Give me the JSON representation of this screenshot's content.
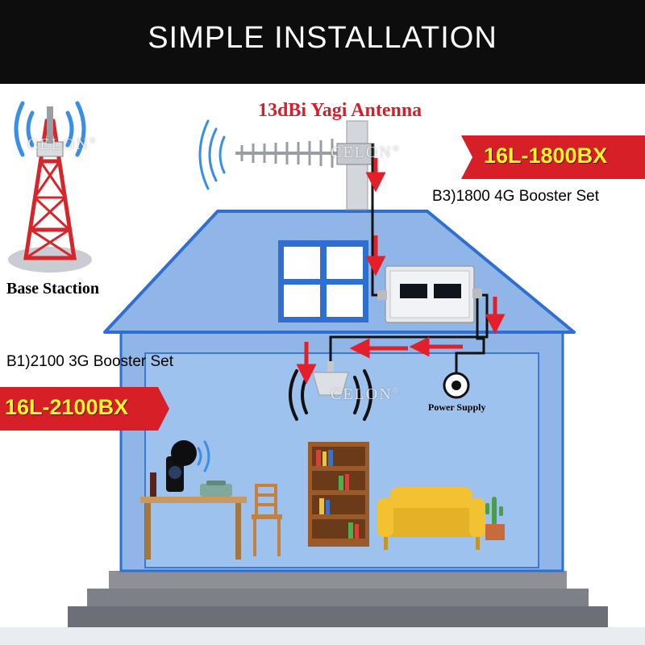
{
  "banner": {
    "title": "SIMPLE INSTALLATION"
  },
  "antenna": {
    "title": "13dBi Yagi Antenna"
  },
  "base_station": {
    "label": "Base Staction"
  },
  "sets": {
    "outdoor_label": "B3)1800 4G Booster Set",
    "indoor_label": "B1)2100  3G Booster Set"
  },
  "models": {
    "right": "16L-1800BX",
    "left": "16L-2100BX"
  },
  "power": {
    "label": "Power Supply"
  },
  "watermark": {
    "text": "CELON",
    "mark": "®"
  },
  "colors": {
    "banner": "#0d0d0d",
    "house_fill": "#8fb6e6",
    "house_stroke": "#2f6fd0",
    "tag_red": "#d61f26",
    "tag_text": "#fff72a",
    "arrow_red": "#e3202a",
    "title_red": "#d4202a",
    "signal_blue": "#3a8ee8",
    "tower_red": "#d6262b"
  }
}
